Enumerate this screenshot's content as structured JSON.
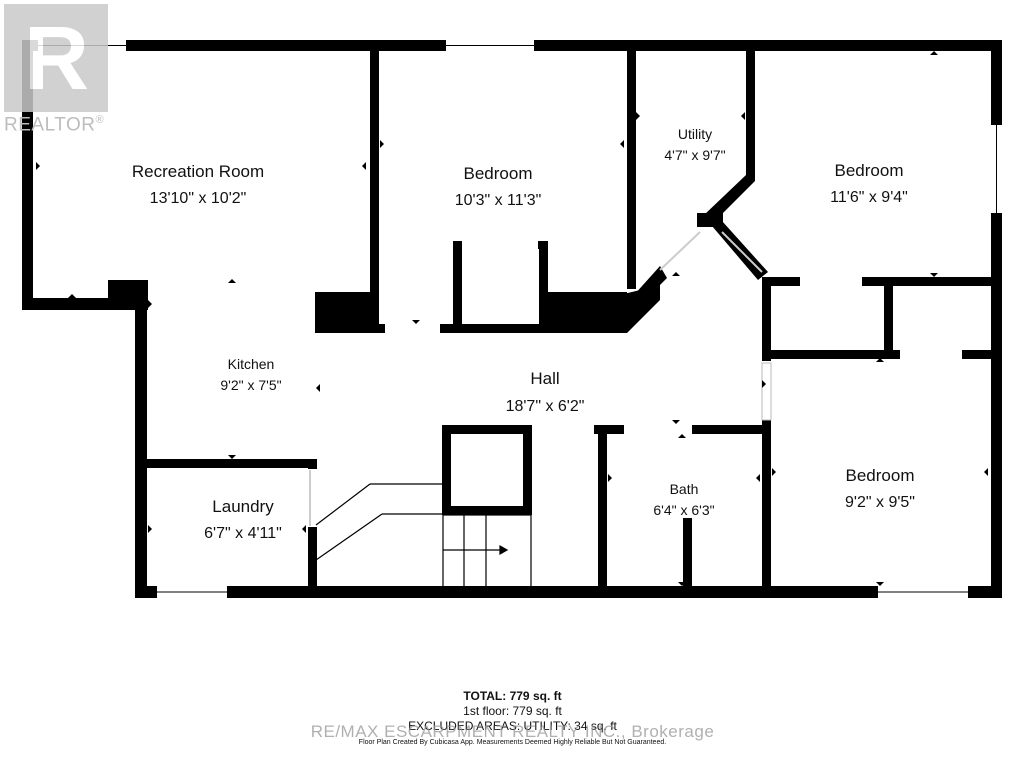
{
  "brand": {
    "logo_text": "REALTOR",
    "logo_mark": "R",
    "registered": "®"
  },
  "rooms": {
    "recreation": {
      "name": "Recreation Room",
      "dims": "13'10\" x 10'2\""
    },
    "bedroom1": {
      "name": "Bedroom",
      "dims": "10'3\" x 11'3\""
    },
    "utility": {
      "name": "Utility",
      "dims": "4'7\" x 9'7\""
    },
    "bedroom2": {
      "name": "Bedroom",
      "dims": "11'6\" x 9'4\""
    },
    "kitchen": {
      "name": "Kitchen",
      "dims": "9'2\" x 7'5\""
    },
    "hall": {
      "name": "Hall",
      "dims": "18'7\" x 6'2\""
    },
    "laundry": {
      "name": "Laundry",
      "dims": "6'7\" x 4'11\""
    },
    "bath": {
      "name": "Bath",
      "dims": "6'4\" x 6'3\""
    },
    "bedroom3": {
      "name": "Bedroom",
      "dims": "9'2\" x 9'5\""
    }
  },
  "summary": {
    "total": "TOTAL: 779 sq. ft",
    "first_floor": "1st floor: 779 sq. ft",
    "excluded": "EXCLUDED AREAS: UTILITY: 34 sq. ft",
    "disclaimer": "Floor Plan Created By Cubicasa App. Measurements Deemed Highly Reliable But Not Guaranteed."
  },
  "watermark": "RE/MAX ESCARPMENT REALTY INC., Brokerage",
  "colors": {
    "wall": "#000000",
    "window": "#ffffff",
    "background": "#ffffff",
    "watermark": "#969696"
  }
}
